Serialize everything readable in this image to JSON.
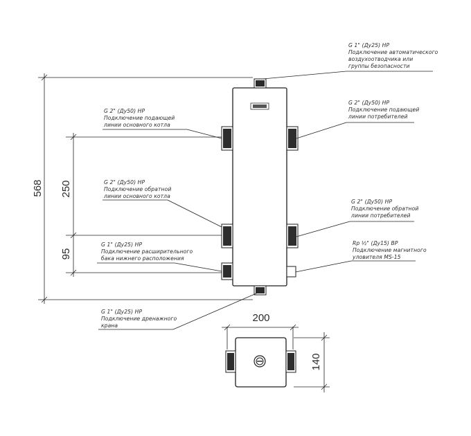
{
  "dimensions": {
    "height_total": "568",
    "spacing_upper": "250",
    "spacing_lower": "95",
    "width": "200",
    "depth": "140"
  },
  "labels": {
    "top_vent": {
      "spec": "G 1\" (Ду25) НР",
      "line1": "Подключение автоматического",
      "line2": "воздухоотводчика или",
      "line3": "группы безопасности"
    },
    "supply_consumer": {
      "spec": "G 2\" (Ду50) НР",
      "line1": "Подключение подающей",
      "line2": "линии потребителей"
    },
    "supply_boiler": {
      "spec": "G 2\" (Ду50) НР",
      "line1": "Подключение подающей",
      "line2": "линии основного котла"
    },
    "return_boiler": {
      "spec": "G 2\" (Ду50) НР",
      "line1": "Подключение обратной",
      "line2": "линии основного котла"
    },
    "return_consumer": {
      "spec": "G 2\" (Ду50) НР",
      "line1": "Подключение обратной",
      "line2": "линии потребителей"
    },
    "expansion_tank": {
      "spec": "G 1\" (Ду25) НР",
      "line1": "Подключение расширительного",
      "line2": "бака нижнего расположения"
    },
    "magnetic_trap": {
      "spec": "Rp ½\" (Ду15) ВР",
      "line1": "Подключение магнитного",
      "line2": "уловителя MS-15"
    },
    "drain": {
      "spec": "G 1\" (Ду25) НР",
      "line1": "Подключение дренажного",
      "line2": "крана"
    }
  },
  "icons": [
    "brand-logo-icon",
    "top-outlet-port-icon",
    "drain-port-icon"
  ]
}
